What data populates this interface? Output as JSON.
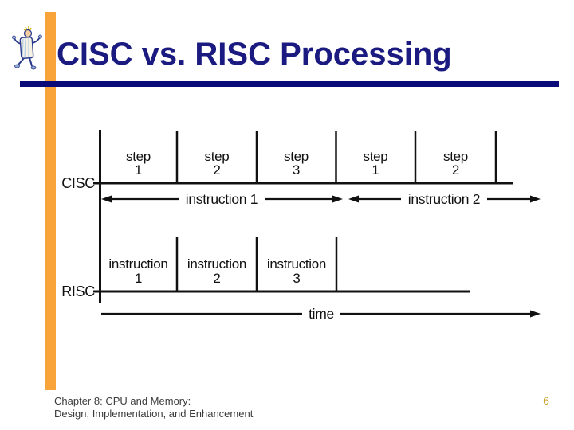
{
  "slide": {
    "title": "CISC vs. RISC Processing",
    "footer": {
      "line1": "Chapter 8: CPU and Memory:",
      "line2": "Design, Implementation, and Enhancement"
    },
    "page_number": "6"
  },
  "diagram": {
    "cisc": {
      "label": "CISC",
      "steps": [
        {
          "word": "step",
          "num": "1"
        },
        {
          "word": "step",
          "num": "2"
        },
        {
          "word": "step",
          "num": "3"
        },
        {
          "word": "step",
          "num": "1"
        },
        {
          "word": "step",
          "num": "2"
        }
      ],
      "instruction_spans": [
        {
          "label": "instruction 1",
          "steps_covered": 3
        },
        {
          "label": "instruction 2",
          "steps_covered": 2
        }
      ]
    },
    "risc": {
      "label": "RISC",
      "instructions": [
        {
          "word": "instruction",
          "num": "1"
        },
        {
          "word": "instruction",
          "num": "2"
        },
        {
          "word": "instruction",
          "num": "3"
        }
      ]
    },
    "time_label": "time"
  },
  "icons": {
    "mascot": "walking-scroll-character-icon"
  },
  "colors": {
    "title": "#1A1A80",
    "title_rule": "#0A0A78",
    "accent_bar": "#F9A43B",
    "page_number": "#C9A22B",
    "diagram_ink": "#111111",
    "background": "#FFFFFF"
  }
}
